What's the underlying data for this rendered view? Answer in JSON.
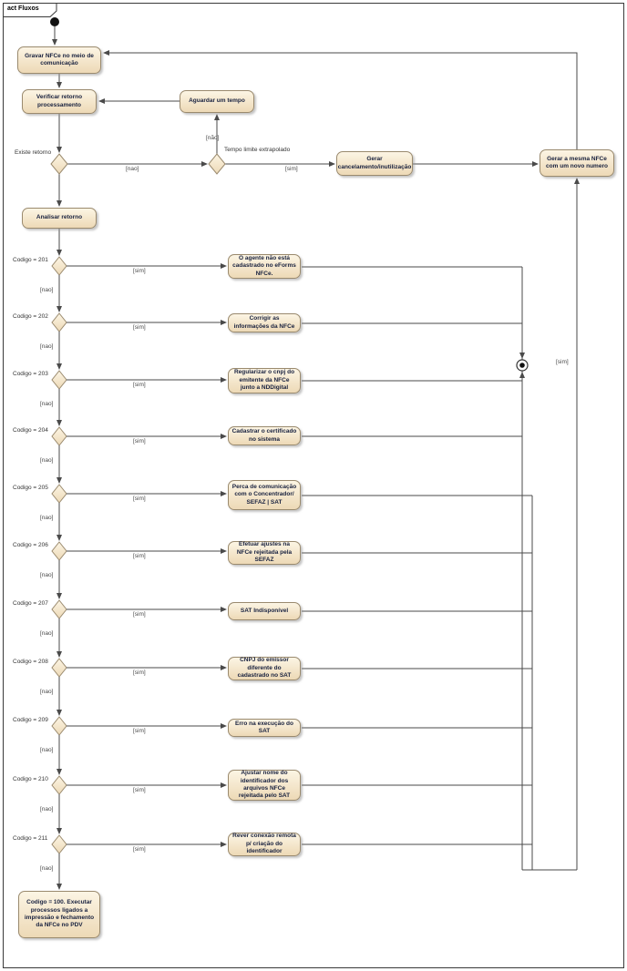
{
  "frame": {
    "title": "act Fluxos"
  },
  "labels": {
    "sim": "[sim]",
    "nao": "[nao]",
    "nao_accented": "[não]"
  },
  "top": {
    "gravar": "Gravar NFCe no meio de comunicação",
    "verificar": "Verificar retorno processamento",
    "aguardar": "Aguardar um tempo",
    "existe_retorno": "Existe retorno",
    "tempo_limite": "Tempo limite extrapolado",
    "gerar_cancelamento": "Gerar cancelamento/inutilização",
    "gerar_mesma": "Gerar a mesma NFCe com um novo numero",
    "analisar": "Analisar retorno"
  },
  "rows": [
    {
      "code": "Codigo = 201",
      "action": "O agente não está cadastrado no eForms NFCe."
    },
    {
      "code": "Codigo = 202",
      "action": "Corrigir as informações da NFCe"
    },
    {
      "code": "Codigo = 203",
      "action": "Regularizar o cnpj do emitente da NFCe junto a NDDigital"
    },
    {
      "code": "Codigo = 204",
      "action": "Cadastrar o certificado no sistema"
    },
    {
      "code": "Codigo = 205",
      "action": "Perca de comunicação com o Concentrador/ SEFAZ | SAT"
    },
    {
      "code": "Codigo = 206",
      "action": "Efetuar ajustes na NFCe rejeitada pela SEFAZ"
    },
    {
      "code": "Codigo = 207",
      "action": "SAT Indisponível"
    },
    {
      "code": "Codigo = 208",
      "action": "CNPJ do emissor diferente do cadastrado no SAT"
    },
    {
      "code": "Codigo = 209",
      "action": "Erro na execução do SAT"
    },
    {
      "code": "Codigo = 210",
      "action": "Ajustar nome do identificador dos arquivos NFCe rejeitada pelo SAT"
    },
    {
      "code": "Codigo = 211",
      "action": "Rever conexão remota p/ criação do identificador"
    }
  ],
  "final_action": "Codigo = 100. Executar processos ligados a impressão e fechamento da NFCe no PDV",
  "colors": {
    "node_fill_top": "#FCF5E4",
    "node_fill_bottom": "#EDD9B6",
    "node_border": "#9A8A6E",
    "edge": "#4A4A4A"
  }
}
